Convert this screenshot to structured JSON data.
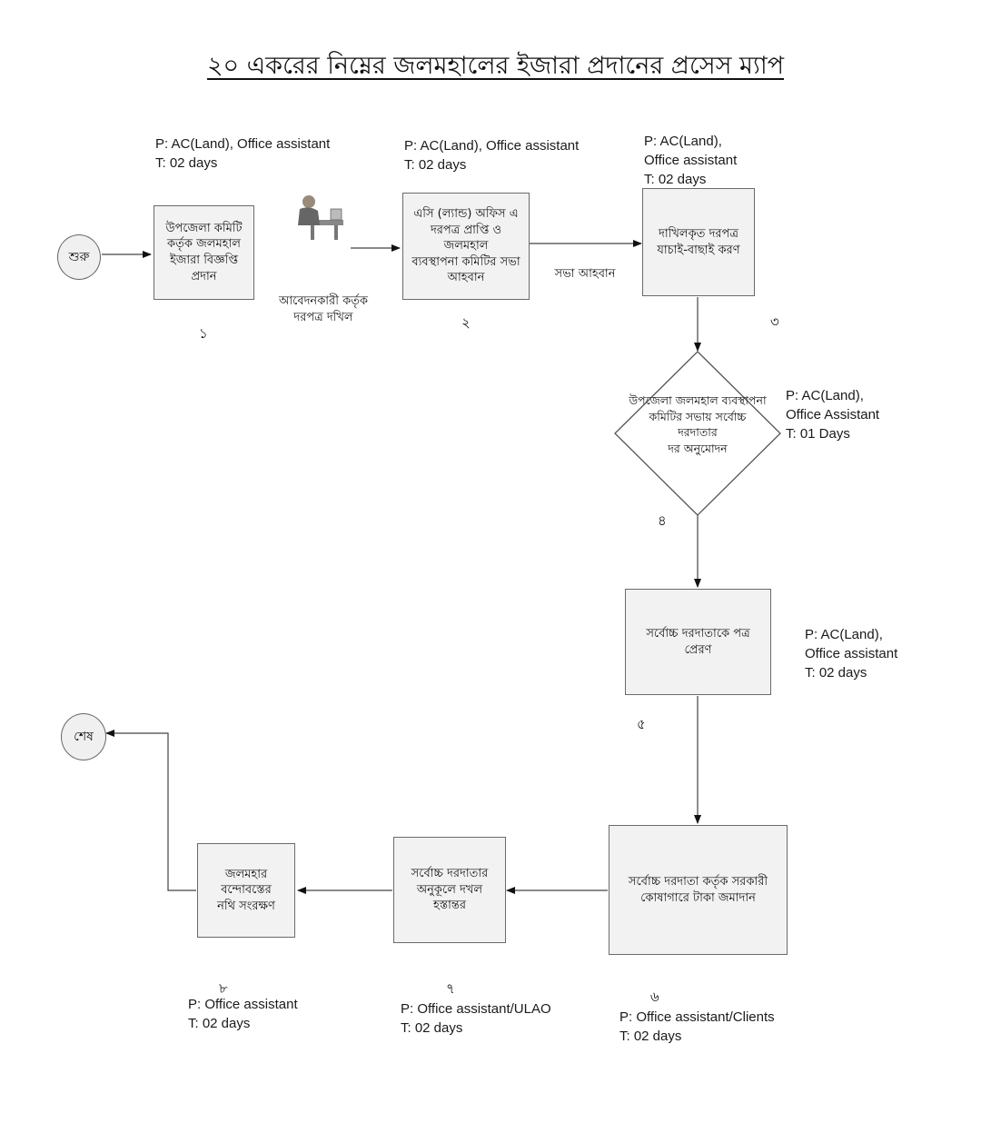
{
  "title": "২০ একরের নিম্নের জলমহালের ইজারা প্রদানের প্রসেস ম্যাপ",
  "terminals": {
    "start": "শুরু",
    "end": "শেষ"
  },
  "steps": [
    {
      "text": "উপজেলা কমিটি\nকর্তৃক জলমহাল\nইজারা বিজ্ঞপ্তি প্রদান",
      "number": "১",
      "resp": "P: AC(Land), Office assistant\nT: 02 days"
    },
    {
      "text": "এসি (ল্যান্ড) অফিস এ\nদরপত্র প্রাপ্তি ও জলমহাল\nব্যবস্থাপনা কমিটির সভা\nআহবান",
      "number": "২",
      "resp": "P: AC(Land), Office assistant\nT: 02 days"
    },
    {
      "text": "দাখিলকৃত দরপত্র\nযাচাই-বাছাই করণ",
      "number": "৩",
      "resp": "P: AC(Land),\nOffice assistant\nT: 02 days"
    },
    {
      "text": "উপজেলা জলমহাল ব্যবস্থাপনা\nকমিটির সভায় সর্বোচ্চ\nদরদাতার\nদর অনুমোদন",
      "number": "৪",
      "resp": "P:  AC(Land),\n  Office Assistant\nT:  01 Days"
    },
    {
      "text": "সর্বোচ্চ দরদাতাকে পত্র প্রেরণ",
      "number": "৫",
      "resp": "P: AC(Land),\nOffice assistant\nT: 02 days"
    },
    {
      "text": "সর্বোচ্চ দরদাতা কর্তৃক সরকারী\nকোষাগারে টাকা জমাদান",
      "number": "৬",
      "resp": "P: Office assistant/Clients\nT: 02 days"
    },
    {
      "text": "সর্বোচ্চ দরদাতার\nঅনুকূলে দখল হস্তান্তর",
      "number": "৭",
      "resp": "P: Office assistant/ULAO\nT: 02 days"
    },
    {
      "text": "জলমহার বন্দোবস্তের\nনথি সংরক্ষণ",
      "number": "৮",
      "resp": "P: Office assistant\nT: 02 days"
    }
  ],
  "edge_labels": {
    "applicant": "আবেদনকারী কর্তৃক\nদরপত্র দখিল",
    "meeting": "সভা আহবান"
  },
  "icons": {
    "applicant": "person-at-desk-icon"
  }
}
